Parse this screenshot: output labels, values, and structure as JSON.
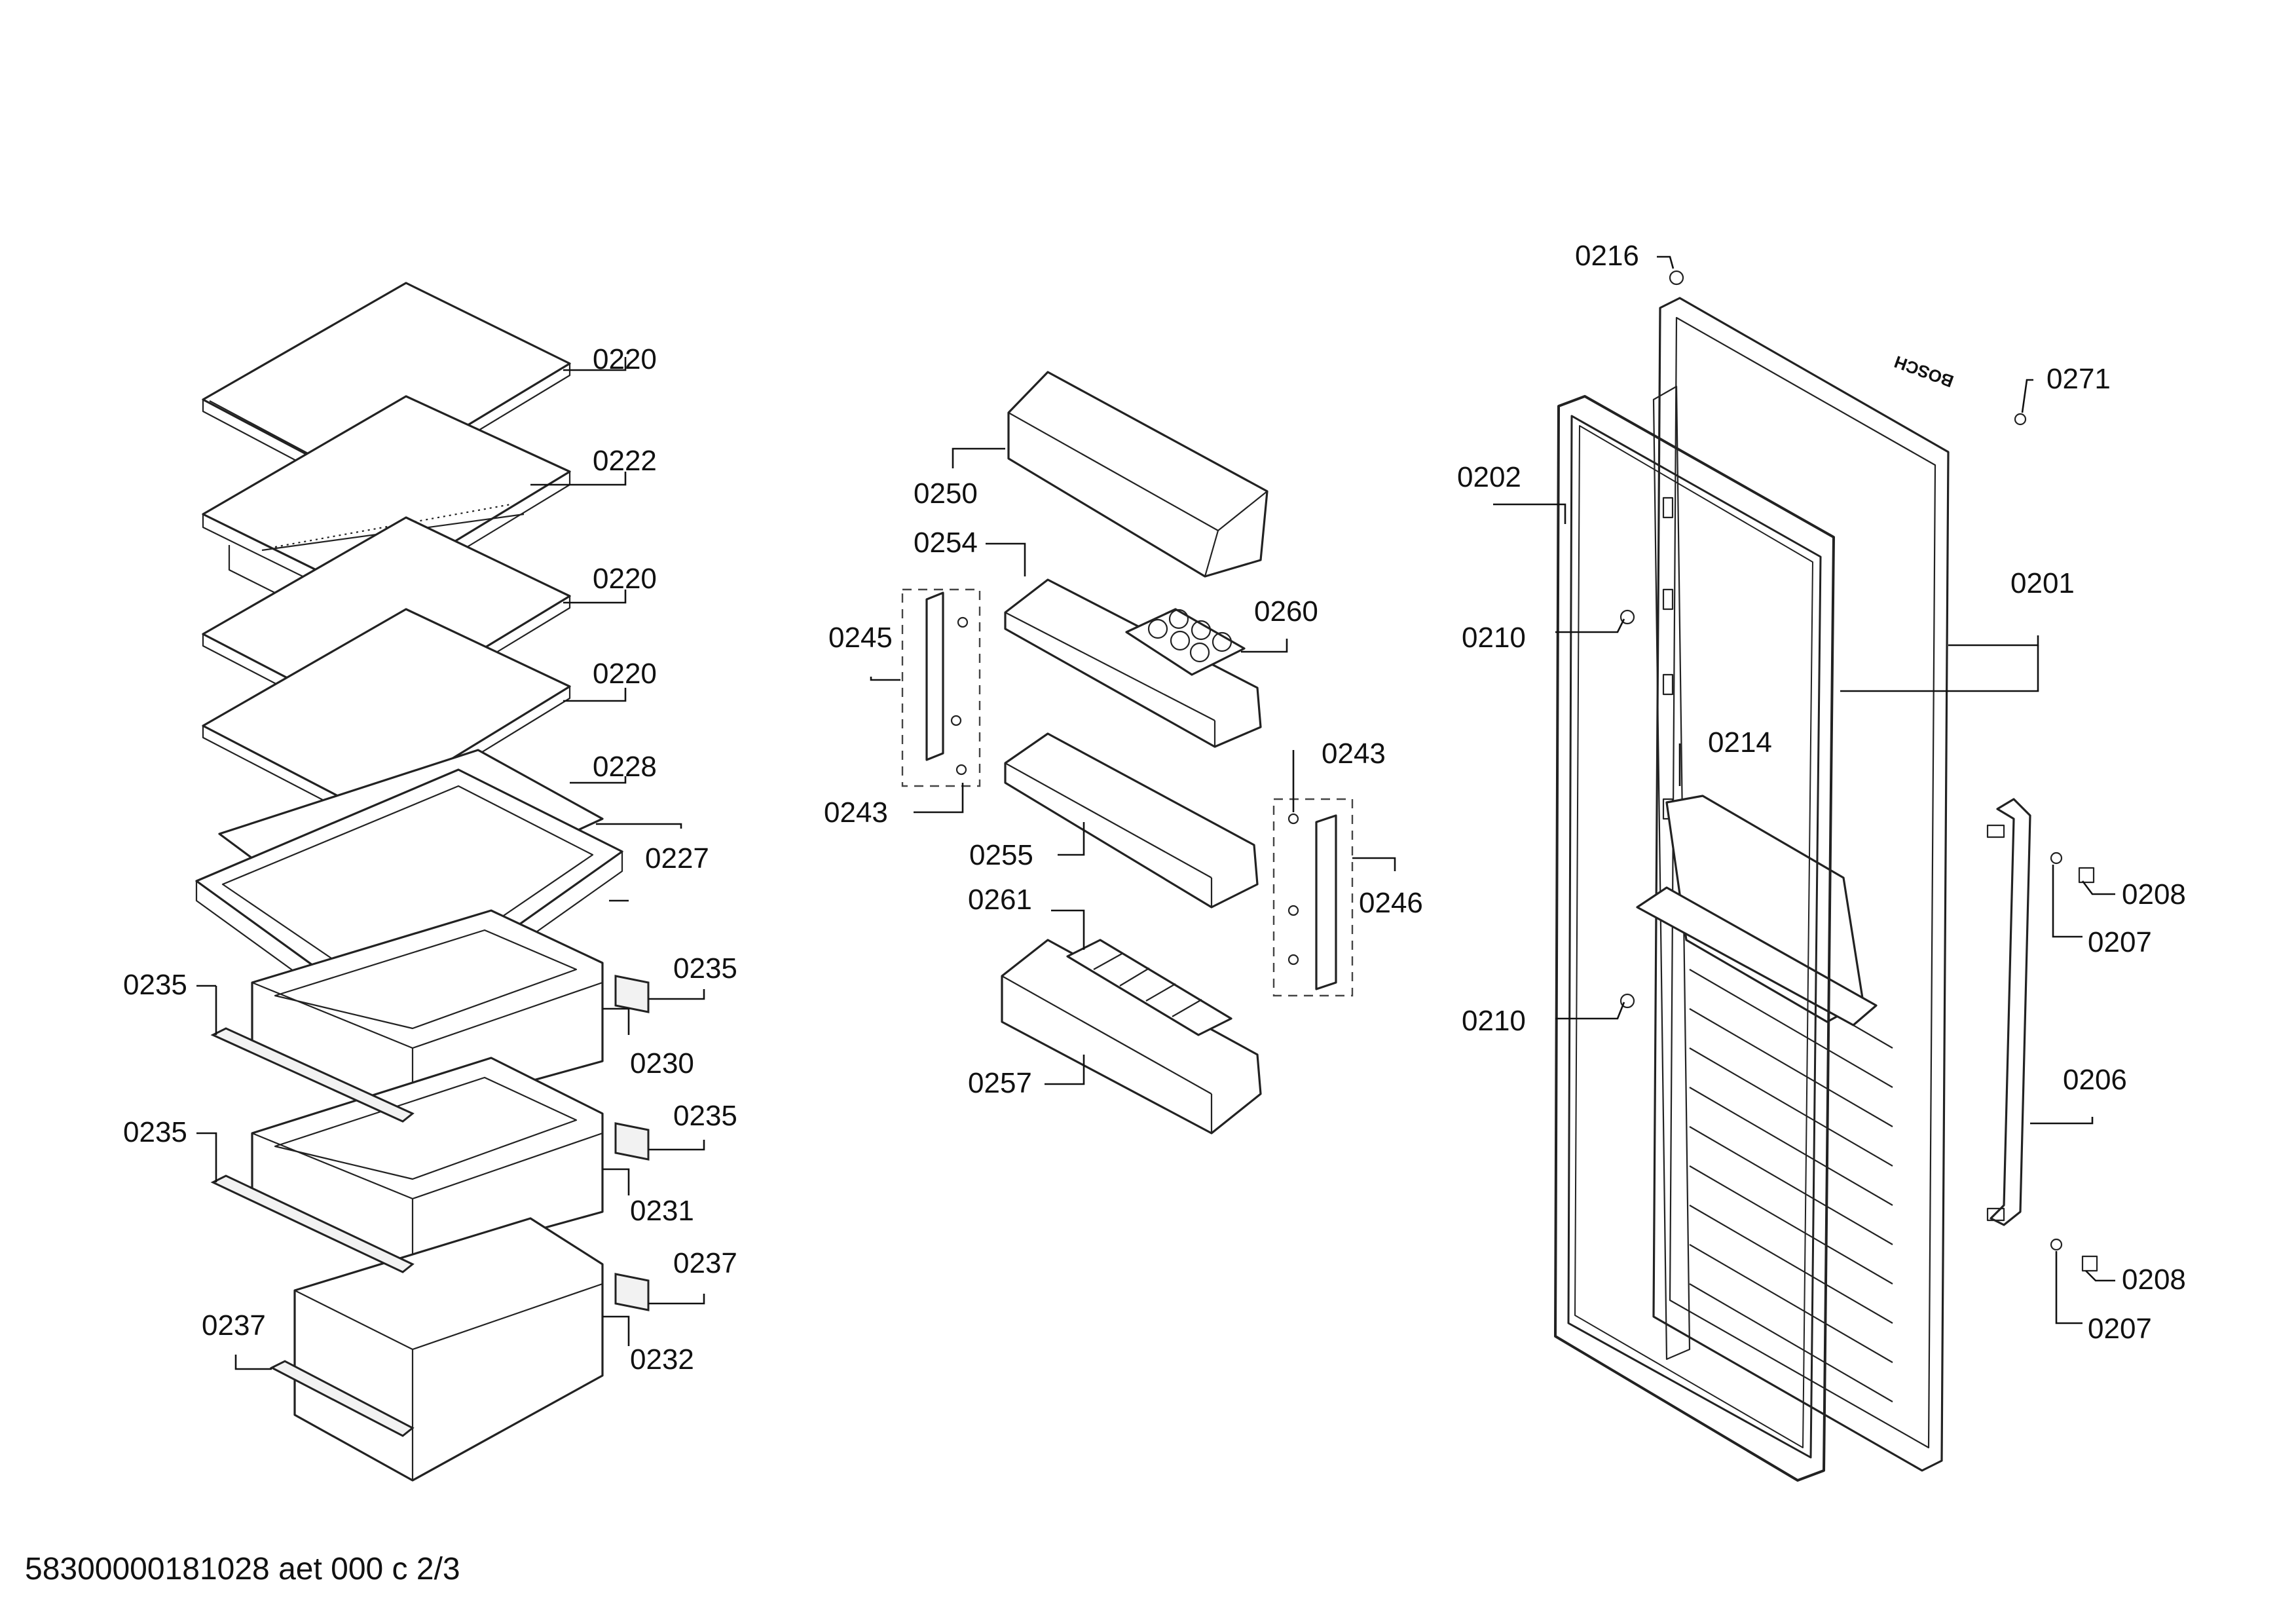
{
  "footer": "58300000181028 aet 000 c 2/3",
  "brand_mark": "BOSCH",
  "callouts": {
    "c0220": "0220",
    "c0222": "0222",
    "c0228": "0228",
    "c0227": "0227",
    "c0235": "0235",
    "c0230": "0230",
    "c0231": "0231",
    "c0237": "0237",
    "c0232": "0232",
    "c0250": "0250",
    "c0254": "0254",
    "c0260": "0260",
    "c0245": "0245",
    "c0243": "0243",
    "c0255": "0255",
    "c0246": "0246",
    "c0261": "0261",
    "c0257": "0257",
    "c0216": "0216",
    "c0271": "0271",
    "c0202": "0202",
    "c0201": "0201",
    "c0210": "0210",
    "c0214": "0214",
    "c0208": "0208",
    "c0207": "0207",
    "c0206": "0206"
  }
}
